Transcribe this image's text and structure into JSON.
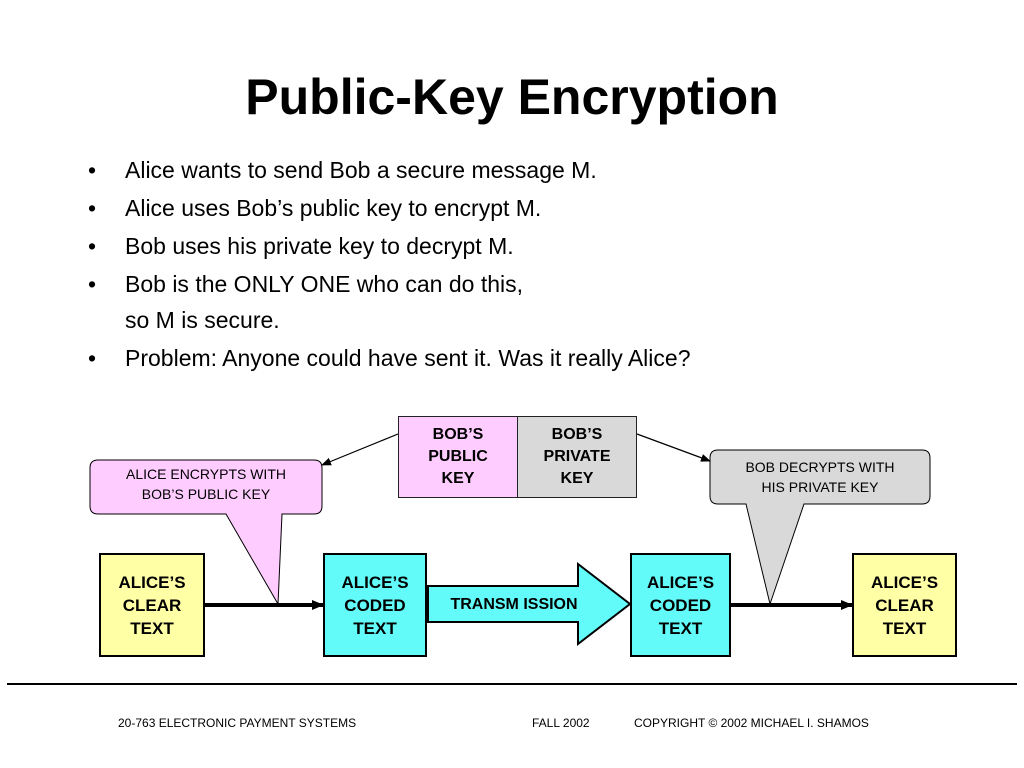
{
  "title": "Public-Key Encryption",
  "bullets": [
    {
      "marker": "•",
      "text": "Alice wants to send Bob a secure message M."
    },
    {
      "marker": "•",
      "text": "Alice uses Bob’s public key to encrypt M."
    },
    {
      "marker": "•",
      "text": "Bob uses his private key to decrypt M."
    },
    {
      "marker": "•",
      "text": "Bob is the ONLY ONE who can do this,",
      "text2": "so M is secure."
    },
    {
      "marker": "•",
      "text": "Problem: Anyone could have sent it.  Was it really Alice?"
    }
  ],
  "diagram": {
    "bob_public_key": "BOB’S\nPUBLIC\nKEY",
    "bob_private_key": "BOB’S\nPRIVATE\nKEY",
    "callout_alice": "ALICE ENCRYPTS WITH\nBOB’S PUBLIC KEY",
    "callout_bob": "BOB DECRYPTS WITH\nHIS PRIVATE KEY",
    "alice_clear_text_left": "ALICE’S\nCLEAR\nTEXT",
    "alice_coded_text_left": "ALICE’S\nCODED\nTEXT",
    "transmission": "TRANSM ISSION",
    "alice_coded_text_right": "ALICE’S\nCODED\nTEXT",
    "alice_clear_text_right": "ALICE’S\nCLEAR\nTEXT",
    "colors": {
      "clear_text": "#ffffa6",
      "coded_text": "#62fbf9",
      "public_key": "#ffccff",
      "private_key": "#d9d9d9",
      "callout_alice": "#ffccff",
      "callout_bob": "#d9d9d9"
    }
  },
  "footer": {
    "course": "20-763 ELECTRONIC PAYMENT SYSTEMS",
    "term": "FALL 2002",
    "copyright": "COPYRIGHT © 2002 MICHAEL I. SHAMOS"
  }
}
